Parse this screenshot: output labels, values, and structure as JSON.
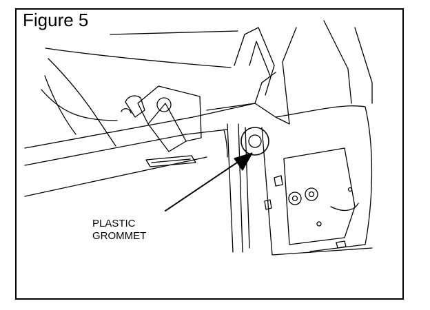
{
  "figure": {
    "title": "Figure 5",
    "callout_line1": "PLASTIC",
    "callout_line2": "GROMMET"
  },
  "colors": {
    "ink": "#000000",
    "paper": "#ffffff"
  }
}
